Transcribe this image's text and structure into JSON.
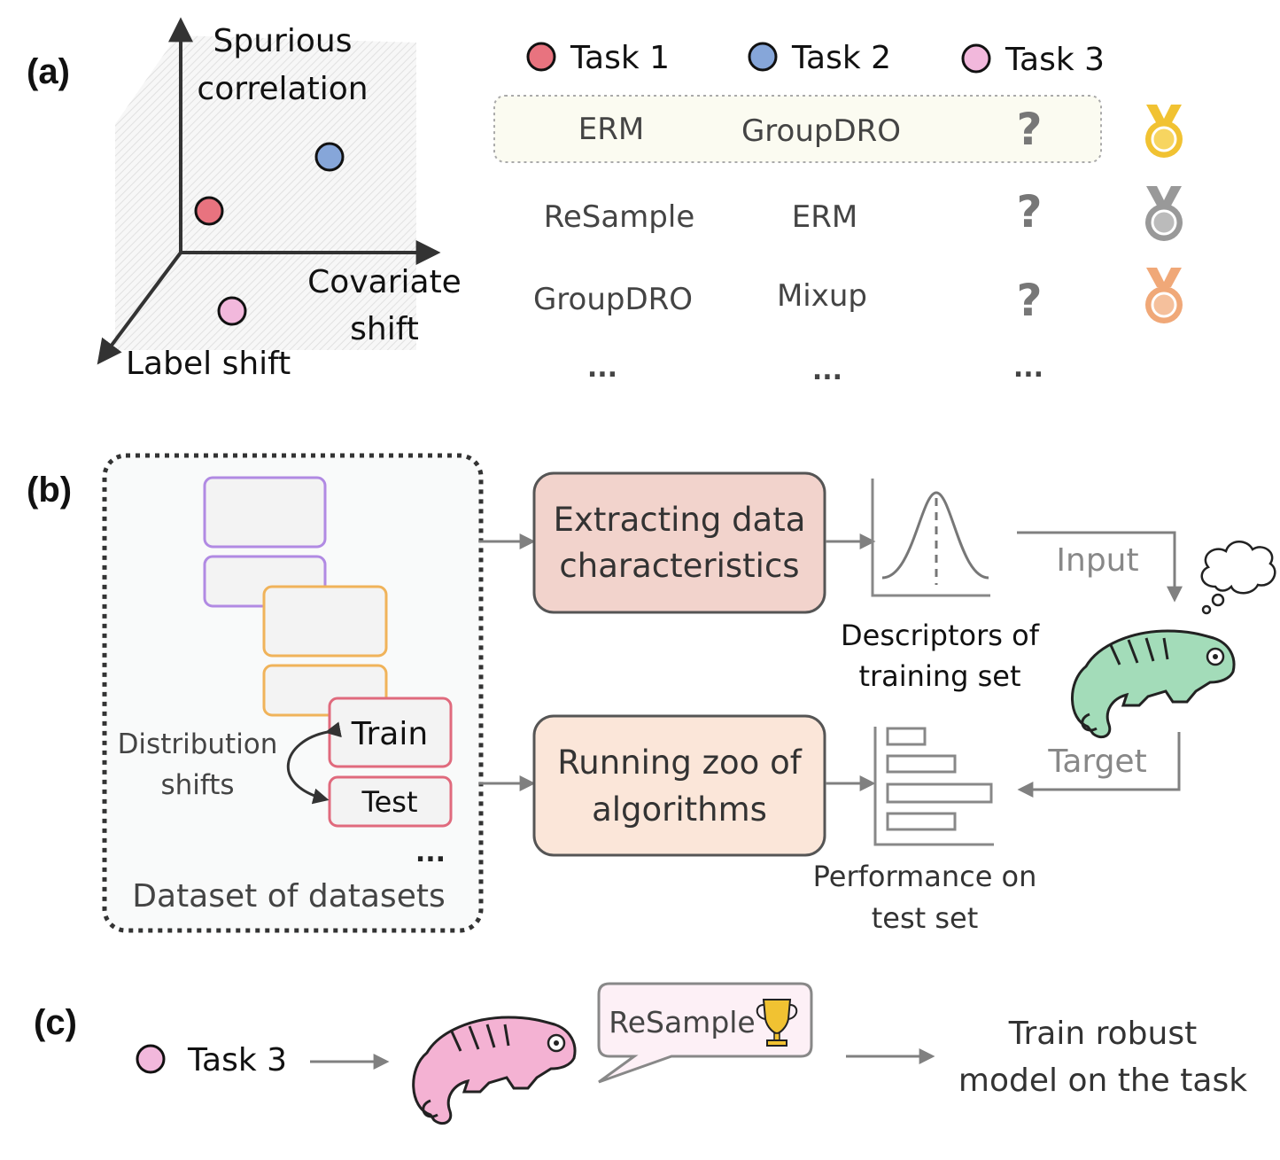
{
  "panel_labels": {
    "a": "(a)",
    "b": "(b)",
    "c": "(c)"
  },
  "panel_a": {
    "axes": {
      "y_label_line1": "Spurious",
      "y_label_line2": "correlation",
      "x_label_line1": "Covariate",
      "x_label_line2": "shift",
      "z_label": "Label shift"
    },
    "legend": [
      {
        "label": "Task 1",
        "color": "#e8737f"
      },
      {
        "label": "Task 2",
        "color": "#86a6d9"
      },
      {
        "label": "Task 3",
        "color": "#f2b8dc"
      }
    ],
    "ranking_rows": [
      {
        "task1": "ERM",
        "task2": "GroupDRO",
        "task3": "?",
        "medal": "gold-medal-icon",
        "medal_color": "#f1c232"
      },
      {
        "task1": "ReSample",
        "task2": "ERM",
        "task3": "?",
        "medal": "silver-medal-icon",
        "medal_color": "#9a9a9a"
      },
      {
        "task1": "GroupDRO",
        "task2": "Mixup",
        "task3": "?",
        "medal": "bronze-medal-icon",
        "medal_color": "#f0a878"
      },
      {
        "task1": "...",
        "task2": "...",
        "task3": "..."
      }
    ]
  },
  "panel_b": {
    "dataset_box_label": "Dataset of datasets",
    "train_label": "Train",
    "test_label": "Test",
    "shift_label_line1": "Distribution",
    "shift_label_line2": "shifts",
    "ellipsis": "...",
    "extract_box_line1": "Extracting data",
    "extract_box_line2": "characteristics",
    "zoo_box_line1": "Running zoo of",
    "zoo_box_line2": "algorithms",
    "descriptors_line1": "Descriptors of",
    "descriptors_line2": "training set",
    "performance_line1": "Performance on",
    "performance_line2": "test set",
    "input_label": "Input",
    "target_label": "Target",
    "colors": {
      "extract_box": "#f2d3cc",
      "zoo_box": "#fbe6d9",
      "chameleon_green": "#a3dcb9",
      "chameleon_pink": "#f4b2d3"
    }
  },
  "panel_c": {
    "task_label": "Task 3",
    "speech_label": "ReSample",
    "result_line1": "Train robust",
    "result_line2": "model on the task"
  }
}
